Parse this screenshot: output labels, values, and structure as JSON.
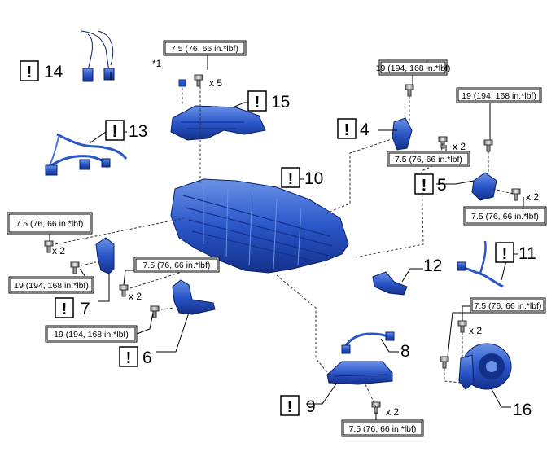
{
  "torque": {
    "t75": "7.5 (76, 66 in.*lbf)",
    "t19": "19 (194, 168 in.*lbf)"
  },
  "quantity": {
    "x2": "x 2",
    "x5": "x 5"
  },
  "marks": {
    "caution": "!",
    "note1": "*1"
  },
  "callouts": [
    "4",
    "5",
    "6",
    "7",
    "8",
    "9",
    "10",
    "11",
    "12",
    "13",
    "14",
    "15",
    "16"
  ],
  "colors": {
    "part_fill": "#2a56c8",
    "part_dark": "#13308a",
    "part_light": "#6a92e6",
    "line": "#000000"
  }
}
